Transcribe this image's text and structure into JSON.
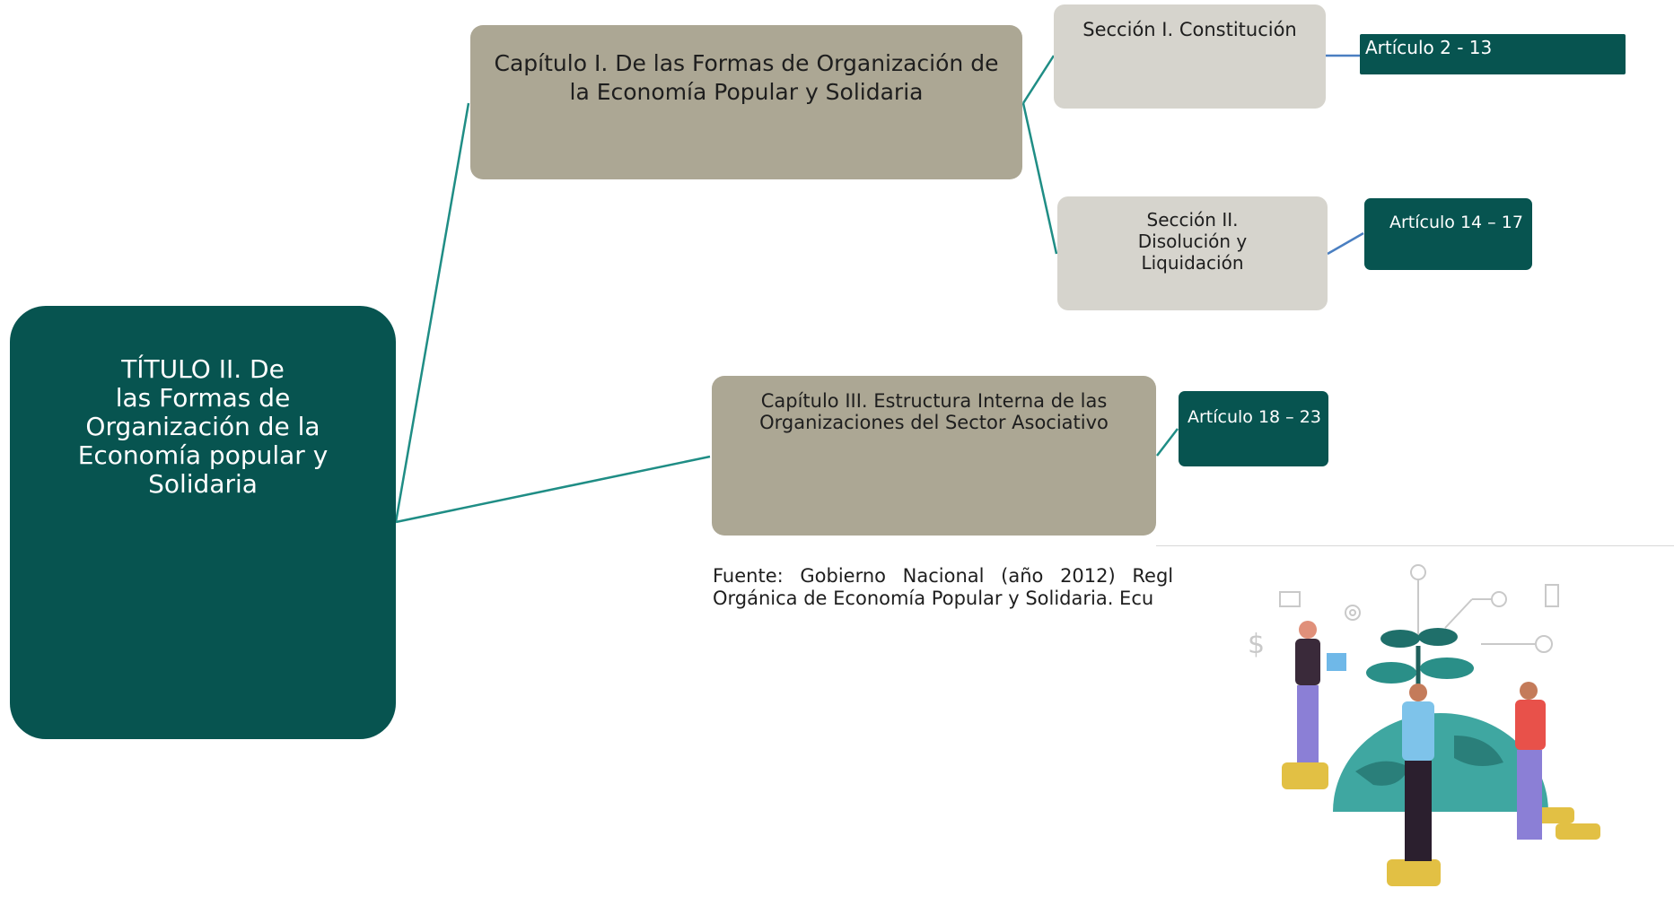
{
  "diagram": {
    "root": {
      "lines": [
        "TÍTULO II. De",
        "las Formas de",
        "Organización  de la",
        "Economía  popular y",
        "Solidaria"
      ]
    },
    "chapters": [
      {
        "label": "Capítulo I. De las Formas de Organización de la Economía Popular y Solidaria"
      },
      {
        "label": "Capítulo III. Estructura  Interna de las Organizaciones del  Sector Asociativo"
      }
    ],
    "sections": [
      {
        "label": "Sección I. Constitución"
      },
      {
        "lines": [
          "Sección II.",
          "Disolución y",
          "Liquidación"
        ]
      }
    ],
    "articles": [
      "Artículo 2 - 13",
      "Artículo 14 – 17",
      "Artículo  18 – 23"
    ]
  },
  "source": {
    "line1": "Fuente: Gobierno Nacional (año 2012) Regl",
    "line2": "Orgánica de Economía Popular y Solidaria. Ecu"
  },
  "colors": {
    "dark_teal": "#075450",
    "khaki": "#aca794",
    "light_gray": "#d6d4cd",
    "connector_teal": "#1f8d85",
    "connector_blue": "#4a7fc1"
  },
  "illustration": {
    "icon": "people-growing-plant-on-globe-icon"
  }
}
